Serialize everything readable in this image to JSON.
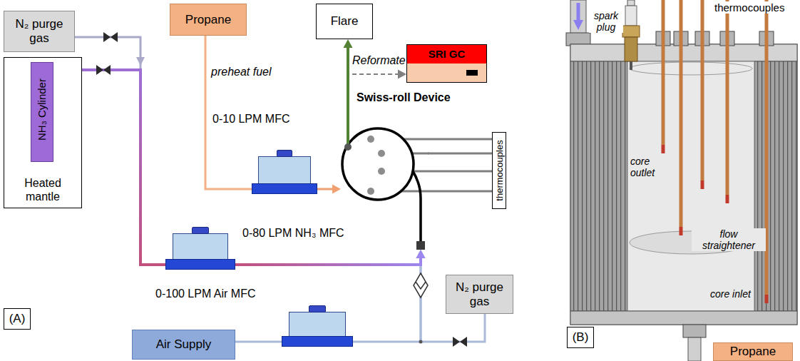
{
  "diagram": {
    "nodes": [
      {
        "text": [
          "N₂ purge gas"
        ]
      },
      {
        "text": [
          "Propane"
        ]
      },
      {
        "text": [
          "Flare"
        ]
      },
      {
        "text": [
          "SRI GC"
        ]
      },
      {
        "text": [
          "Heated mantle"
        ]
      },
      {
        "text": [
          "NH₃ Cylinder"
        ],
        "in": 4
      },
      {
        "text": [
          "0-10 LPM MFC"
        ]
      },
      {
        "text": [
          "Swiss-roll Device"
        ]
      },
      {
        "text": [
          "thermocouples"
        ]
      },
      {
        "text": [
          "0-80 LPM NH₃ MFC"
        ]
      },
      {
        "text": [
          "0-100 LPM Air MFC"
        ]
      },
      {
        "text": [
          "Air Supply"
        ]
      },
      {
        "text": [
          "N₂ purge gas"
        ]
      },
      {
        "text": [
          "(A)"
        ]
      },
      {
        "text": [
          "Propane"
        ]
      },
      {
        "text": [
          "(B)"
        ]
      }
    ],
    "edges": [
      {
        "from": 0,
        "to": 9,
        "arrow": "none"
      },
      {
        "from": 5,
        "to": 9,
        "arrow": "none"
      },
      {
        "from": 11,
        "to": 10,
        "arrow": "none"
      },
      {
        "from": 10,
        "to": 7,
        "arrow": "to"
      },
      {
        "from": 12,
        "to": 7,
        "arrow": "to"
      },
      {
        "from": 9,
        "to": 7,
        "arrow": "to"
      },
      {
        "from": 1,
        "to": 6,
        "arrow": "none"
      },
      {
        "from": 6,
        "to": 7,
        "arrow": "to"
      },
      {
        "from": 7,
        "to": 3,
        "arrow": "to"
      },
      {
        "from": 7,
        "to": 2,
        "arrow": "to"
      },
      {
        "from": 7,
        "to": 8,
        "arrow": "none"
      }
    ],
    "labels": [
      "preheat fuel",
      "Reformate",
      "thermocouples",
      "spark plug",
      "core outlet",
      "flow straightener",
      "core inlet"
    ]
  }
}
